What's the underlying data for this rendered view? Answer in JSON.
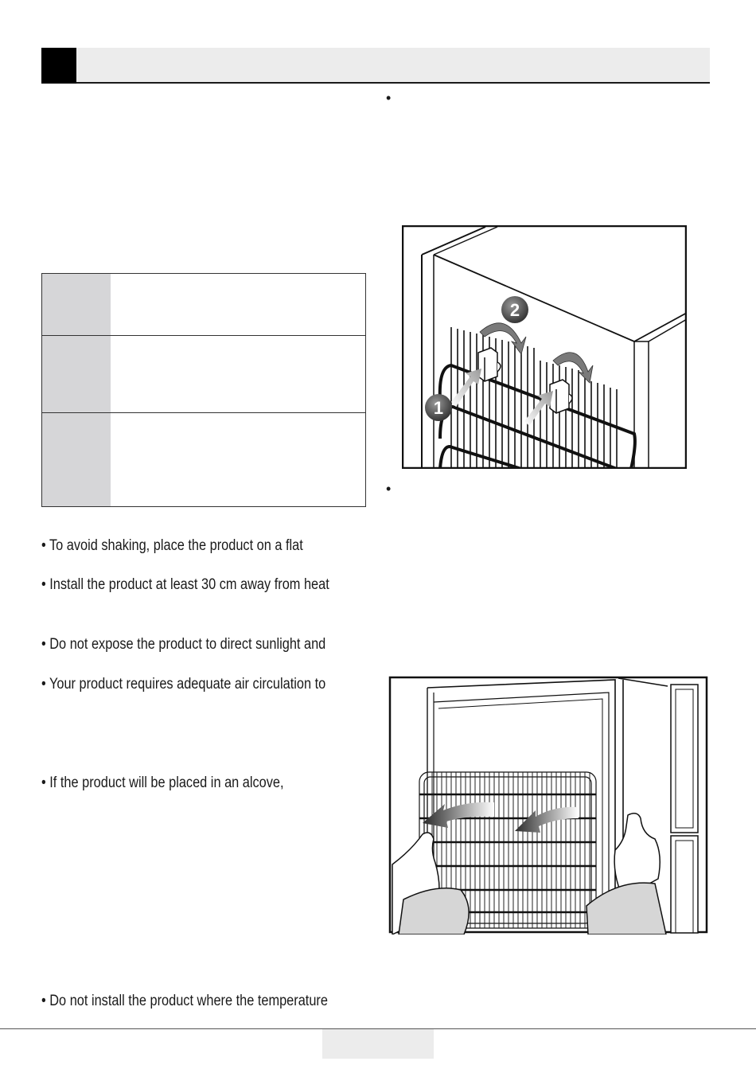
{
  "bullets": {
    "flat": "• To avoid shaking, place the product on a flat",
    "heat": "• Install the product at least 30 cm away from heat",
    "sunlight": "• Do not expose the product to direct sunlight and",
    "air": "• Your product requires adequate air circulation to",
    "alcove": "• If the product will be placed in an alcove,",
    "temperature": "• Do not install the product where the temperature"
  },
  "figure1": {
    "step1": "1",
    "step2": "2"
  },
  "right_bullets": {
    "b1": "•",
    "b2": "•"
  }
}
